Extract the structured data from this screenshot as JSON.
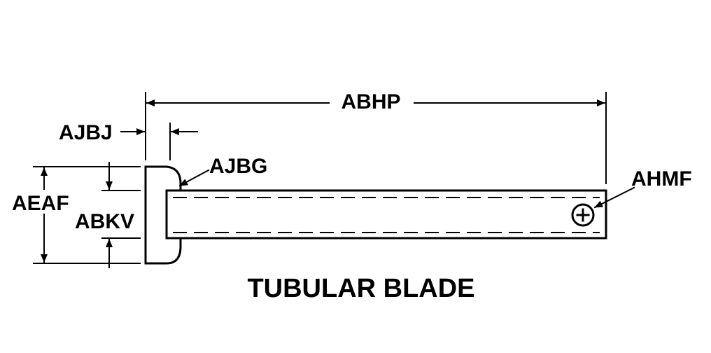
{
  "diagram": {
    "labels": {
      "abhp": "ABHP",
      "ajbj": "AJBJ",
      "ajbg": "AJBG",
      "ahmf": "AHMF",
      "aeaf": "AEAF",
      "abkv": "ABKV"
    },
    "caption": "TUBULAR BLADE"
  }
}
